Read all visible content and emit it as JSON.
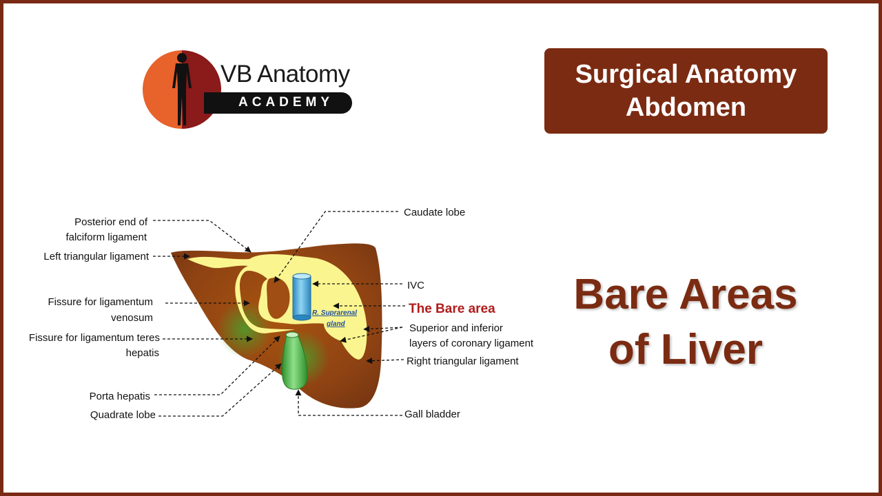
{
  "brand": {
    "name": "VB Anatomy",
    "subtitle": "ACADEMY",
    "colors": {
      "orange": "#e8622b",
      "maroon": "#8b1a1a"
    },
    "icon": "human-figure-icon"
  },
  "course": {
    "line1": "Surgical Anatomy",
    "line2": "Abdomen",
    "background": "#7b2b12"
  },
  "topic": {
    "line1": "Bare Areas",
    "line2": "of Liver",
    "color": "#7b2b12"
  },
  "diagram": {
    "labels": {
      "posterior_end_1": "Posterior end of",
      "posterior_end_2": "falciform ligament",
      "left_triangular": "Left triangular ligament",
      "fissure_venosum_1": "Fissure for ligamentum",
      "fissure_venosum_2": "venosum",
      "fissure_teres_1": "Fissure for ligamentum teres",
      "fissure_teres_2": "hepatis",
      "porta_hepatis": "Porta hepatis",
      "quadrate_lobe": "Quadrate lobe",
      "caudate_lobe": "Caudate lobe",
      "ivc": "IVC",
      "bare_area": "The Bare area",
      "coronary_1": "Superior and inferior",
      "coronary_2": "layers of coronary ligament",
      "right_triangular": "Right triangular ligament",
      "gall_bladder": "Gall bladder",
      "gland_1": "R. Suprarenal",
      "gland_2": "gland"
    },
    "colors": {
      "liver": "#9a4a12",
      "bare_area": "#fbf58f",
      "ivc": "#3fa9d8",
      "gall_bladder": "#3fb23a",
      "bare_label": "#b01c1c"
    }
  }
}
